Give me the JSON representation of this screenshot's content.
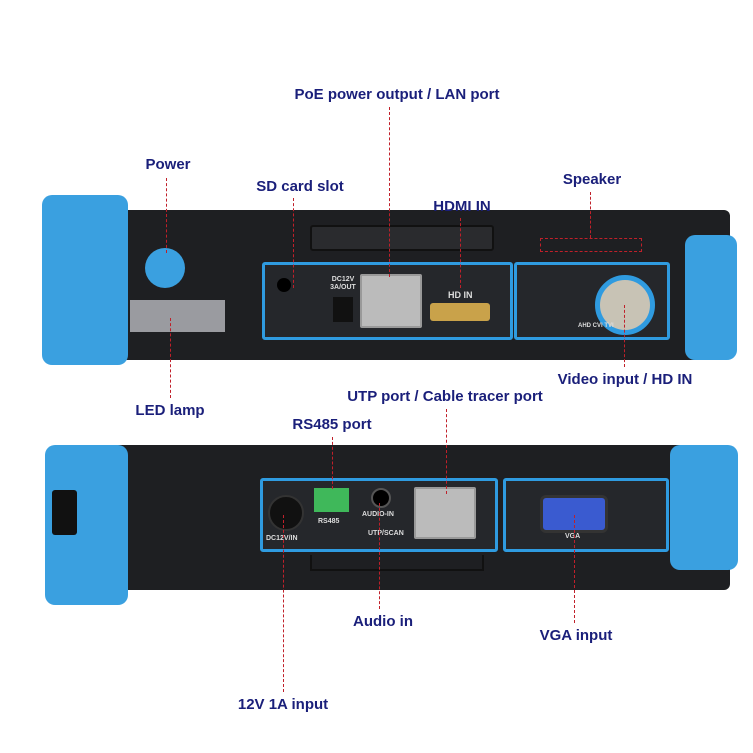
{
  "top_device": {
    "labels": {
      "power": "Power",
      "sd_card": "SD card slot",
      "poe_lan": "PoE power output / LAN port",
      "hdmi": "HDMI IN",
      "speaker": "Speaker",
      "led": "LED lamp",
      "video": "Video input / HD IN"
    },
    "printed": {
      "dc_out": "DC12V 3A/OUT",
      "hd_in": "HD IN",
      "bnc": "AHD CVI TVI"
    }
  },
  "bottom_device": {
    "labels": {
      "utp": "UTP port / Cable tracer port",
      "rs485": "RS485 port",
      "audio": "Audio in",
      "vga": "VGA input",
      "dc_in": "12V 1A input"
    },
    "printed": {
      "dc_in": "DC12V/IN",
      "rs485": "RS485",
      "audio_in": "AUDIO-IN",
      "utp_scan": "UTP/SCAN",
      "vga": "VGA"
    }
  },
  "colors": {
    "accent": "#3aa0e0",
    "label": "#1a1f7a",
    "leader": "#c0202a"
  }
}
